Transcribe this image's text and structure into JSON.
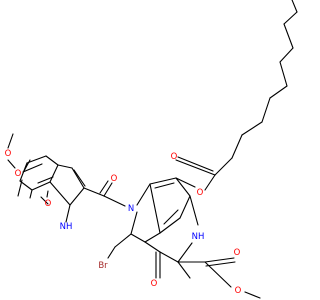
{
  "molecule": {
    "atoms": [
      {
        "id": "o_me1",
        "symbol": "O",
        "color": "#ff0000"
      },
      {
        "id": "o_me2",
        "symbol": "O",
        "color": "#ff0000"
      },
      {
        "id": "o_me3",
        "symbol": "O",
        "color": "#ff0000"
      },
      {
        "id": "nh_indole",
        "symbol": "NH",
        "color": "#0000ff"
      },
      {
        "id": "o_amide",
        "symbol": "O",
        "color": "#ff0000"
      },
      {
        "id": "n_pyrroline",
        "symbol": "N",
        "color": "#0000ff"
      },
      {
        "id": "o_ester_ring",
        "symbol": "O",
        "color": "#ff0000"
      },
      {
        "id": "o_ester_carbonyl",
        "symbol": "O",
        "color": "#ff0000"
      },
      {
        "id": "br",
        "symbol": "Br",
        "color": "#a52a2a"
      },
      {
        "id": "nh_lower",
        "symbol": "NH",
        "color": "#0000ff"
      },
      {
        "id": "o_ketone",
        "symbol": "O",
        "color": "#ff0000"
      },
      {
        "id": "o_methylester_carbonyl",
        "symbol": "O",
        "color": "#ff0000"
      },
      {
        "id": "o_methylester",
        "symbol": "O",
        "color": "#ff0000"
      }
    ]
  }
}
